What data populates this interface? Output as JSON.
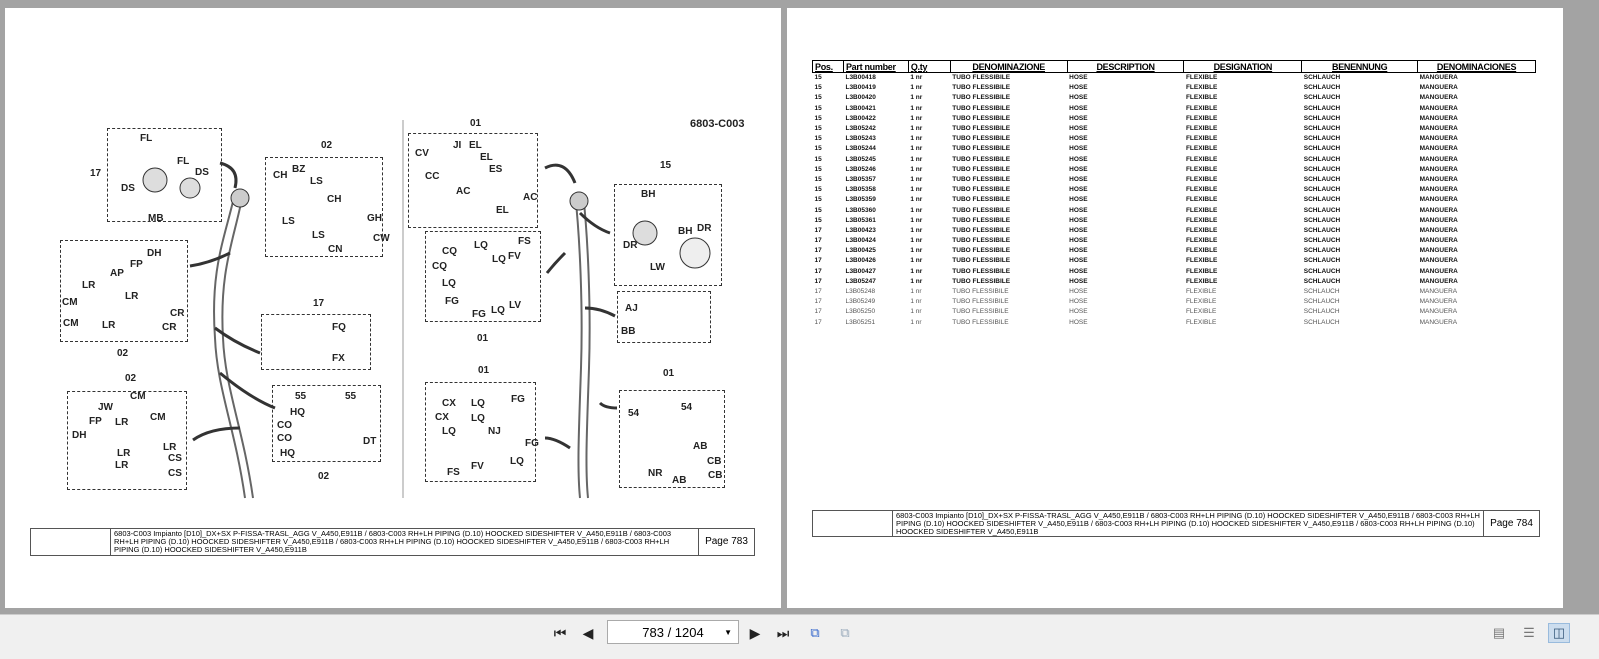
{
  "viewer": {
    "page_indicator": "783 / 1204",
    "buttons": {
      "first": "first-page",
      "prev": "previous-page",
      "next": "next-page",
      "last": "last-page"
    }
  },
  "left_page": {
    "drawing_code": "6803-C003",
    "labels": [
      "FL",
      "DS",
      "MB",
      "FL",
      "DS",
      "17",
      "02",
      "CH",
      "BZ",
      "LS",
      "CH",
      "LS",
      "LS",
      "CN",
      "GH",
      "CW",
      "DH",
      "FP",
      "AP",
      "LR",
      "LR",
      "CM",
      "CM",
      "LR",
      "CR",
      "CR",
      "02",
      "17",
      "FQ",
      "FX",
      "02",
      "JW",
      "FP",
      "CM",
      "LR",
      "CM",
      "DH",
      "LR",
      "LR",
      "LR",
      "CS",
      "CS",
      "55",
      "55",
      "HQ",
      "CO",
      "CO",
      "HQ",
      "DT",
      "02",
      "01",
      "CV",
      "JI",
      "EL",
      "EL",
      "ES",
      "CC",
      "AC",
      "EL",
      "AC",
      "CQ",
      "LQ",
      "FS",
      "CQ",
      "LQ",
      "FV",
      "LQ",
      "FG",
      "LV",
      "FG",
      "LQ",
      "01",
      "15",
      "BH",
      "DR",
      "BH",
      "DR",
      "LW",
      "AJ",
      "BB",
      "01",
      "CX",
      "LQ",
      "FG",
      "CX",
      "LQ",
      "LQ",
      "FG",
      "FS",
      "FV",
      "NJ",
      "LQ",
      "01",
      "54",
      "54",
      "AB",
      "CB",
      "NR",
      "AB",
      "CB"
    ],
    "footer_text": "6803-C003 Impianto [D10]_DX+SX P-FISSA-TRASL_AGG V_A450,E911B / 6803-C003 RH+LH PIPING (D.10) HOOCKED SIDESHIFTER V_A450,E911B / 6803-C003 RH+LH PIPING (D.10) HOOCKED SIDESHIFTER V_A450,E911B / 6803-C003 RH+LH PIPING (D.10) HOOCKED SIDESHIFTER V_A450,E911B / 6803-C003 RH+LH PIPING (D.10) HOOCKED SIDESHIFTER V_A450,E911B",
    "page_label": "Page 783"
  },
  "right_page": {
    "columns": [
      "Pos.",
      "Part number",
      "Q.ty",
      "DENOMINAZIONE",
      "DESCRIPTION",
      "DESIGNATION",
      "BENENNUNG",
      "DENOMINACIONES"
    ],
    "rows": [
      [
        "15",
        "L3B00418",
        "1 nr",
        "TUBO FLESSIBILE",
        "HOSE",
        "FLEXIBLE",
        "SCHLAUCH",
        "MANGUERA"
      ],
      [
        "15",
        "L3B00419",
        "1 nr",
        "TUBO FLESSIBILE",
        "HOSE",
        "FLEXIBLE",
        "SCHLAUCH",
        "MANGUERA"
      ],
      [
        "15",
        "L3B00420",
        "1 nr",
        "TUBO FLESSIBILE",
        "HOSE",
        "FLEXIBLE",
        "SCHLAUCH",
        "MANGUERA"
      ],
      [
        "15",
        "L3B00421",
        "1 nr",
        "TUBO FLESSIBILE",
        "HOSE",
        "FLEXIBLE",
        "SCHLAUCH",
        "MANGUERA"
      ],
      [
        "15",
        "L3B00422",
        "1 nr",
        "TUBO FLESSIBILE",
        "HOSE",
        "FLEXIBLE",
        "SCHLAUCH",
        "MANGUERA"
      ],
      [
        "15",
        "L3B05242",
        "1 nr",
        "TUBO FLESSIBILE",
        "HOSE",
        "FLEXIBLE",
        "SCHLAUCH",
        "MANGUERA"
      ],
      [
        "15",
        "L3B05243",
        "1 nr",
        "TUBO FLESSIBILE",
        "HOSE",
        "FLEXIBLE",
        "SCHLAUCH",
        "MANGUERA"
      ],
      [
        "15",
        "L3B05244",
        "1 nr",
        "TUBO FLESSIBILE",
        "HOSE",
        "FLEXIBLE",
        "SCHLAUCH",
        "MANGUERA"
      ],
      [
        "15",
        "L3B05245",
        "1 nr",
        "TUBO FLESSIBILE",
        "HOSE",
        "FLEXIBLE",
        "SCHLAUCH",
        "MANGUERA"
      ],
      [
        "15",
        "L3B05246",
        "1 nr",
        "TUBO FLESSIBILE",
        "HOSE",
        "FLEXIBLE",
        "SCHLAUCH",
        "MANGUERA"
      ],
      [
        "15",
        "L3B05357",
        "1 nr",
        "TUBO FLESSIBILE",
        "HOSE",
        "FLEXIBLE",
        "SCHLAUCH",
        "MANGUERA"
      ],
      [
        "15",
        "L3B05358",
        "1 nr",
        "TUBO FLESSIBILE",
        "HOSE",
        "FLEXIBLE",
        "SCHLAUCH",
        "MANGUERA"
      ],
      [
        "15",
        "L3B05359",
        "1 nr",
        "TUBO FLESSIBILE",
        "HOSE",
        "FLEXIBLE",
        "SCHLAUCH",
        "MANGUERA"
      ],
      [
        "15",
        "L3B05360",
        "1 nr",
        "TUBO FLESSIBILE",
        "HOSE",
        "FLEXIBLE",
        "SCHLAUCH",
        "MANGUERA"
      ],
      [
        "15",
        "L3B05361",
        "1 nr",
        "TUBO FLESSIBILE",
        "HOSE",
        "FLEXIBLE",
        "SCHLAUCH",
        "MANGUERA"
      ],
      [
        "17",
        "L3B00423",
        "1 nr",
        "TUBO FLESSIBILE",
        "HOSE",
        "FLEXIBLE",
        "SCHLAUCH",
        "MANGUERA"
      ],
      [
        "17",
        "L3B00424",
        "1 nr",
        "TUBO FLESSIBILE",
        "HOSE",
        "FLEXIBLE",
        "SCHLAUCH",
        "MANGUERA"
      ],
      [
        "17",
        "L3B00425",
        "1 nr",
        "TUBO FLESSIBILE",
        "HOSE",
        "FLEXIBLE",
        "SCHLAUCH",
        "MANGUERA"
      ],
      [
        "17",
        "L3B00426",
        "1 nr",
        "TUBO FLESSIBILE",
        "HOSE",
        "FLEXIBLE",
        "SCHLAUCH",
        "MANGUERA"
      ],
      [
        "17",
        "L3B00427",
        "1 nr",
        "TUBO FLESSIBILE",
        "HOSE",
        "FLEXIBLE",
        "SCHLAUCH",
        "MANGUERA"
      ],
      [
        "17",
        "L3B05247",
        "1 nr",
        "TUBO FLESSIBILE",
        "HOSE",
        "FLEXIBLE",
        "SCHLAUCH",
        "MANGUERA"
      ],
      [
        "17",
        "L3B05248",
        "1 nr",
        "TUBO FLESSIBILE",
        "HOSE",
        "FLEXIBLE",
        "SCHLAUCH",
        "MANGUERA"
      ],
      [
        "17",
        "L3B05249",
        "1 nr",
        "TUBO FLESSIBILE",
        "HOSE",
        "FLEXIBLE",
        "SCHLAUCH",
        "MANGUERA"
      ],
      [
        "17",
        "L3B05250",
        "1 nr",
        "TUBO FLESSIBILE",
        "HOSE",
        "FLEXIBLE",
        "SCHLAUCH",
        "MANGUERA"
      ],
      [
        "17",
        "L3B05251",
        "1 nr",
        "TUBO FLESSIBILE",
        "HOSE",
        "FLEXIBLE",
        "SCHLAUCH",
        "MANGUERA"
      ]
    ],
    "footer_text": "6803-C003 Impianto [D10]_DX+SX P-FISSA-TRASL_AGG V_A450,E911B / 6803-C003 RH+LH PIPING (D.10) HOOCKED SIDESHIFTER V_A450,E911B / 6803-C003 RH+LH PIPING (D.10) HOOCKED SIDESHIFTER V_A450,E911B / 6803-C003 RH+LH PIPING (D.10) HOOCKED SIDESHIFTER V_A450,E911B / 6803-C003 RH+LH PIPING (D.10) HOOCKED SIDESHIFTER V_A450,E911B",
    "page_label": "Page 784"
  }
}
